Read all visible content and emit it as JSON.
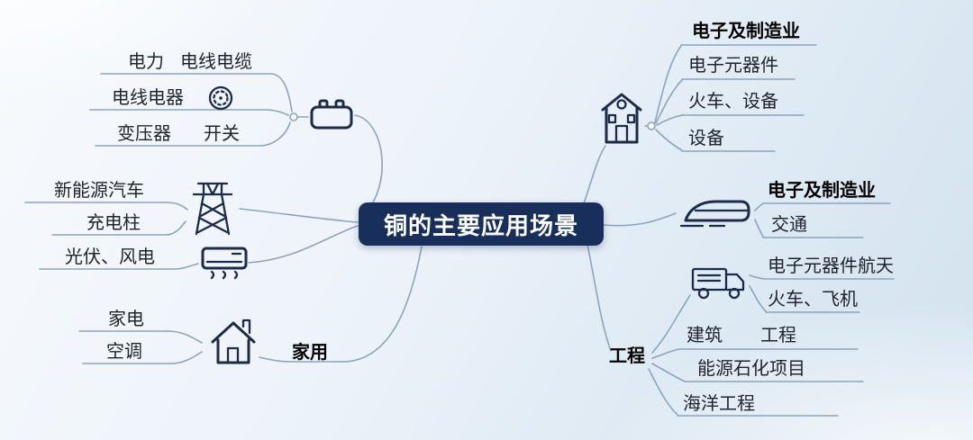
{
  "title": "铜的主要应用场景",
  "colors": {
    "center_bg": "#182f5c",
    "center_text": "#ffffff",
    "wire": "#8da4ba",
    "icon": "#1d2b48",
    "text": "#20242e",
    "background_top": "#f7fafd",
    "background_bottom": "#d3e2ef"
  },
  "branches": {
    "power": {
      "electric": "电力",
      "cables": "电线电缆",
      "appliances": "电线电器",
      "transformer": "变压器",
      "switch": "开关"
    },
    "new_energy": {
      "nev": "新能源汽车",
      "charging": "充电柱",
      "pv_wind": "光伏、风电"
    },
    "household": {
      "branch_label": "家用",
      "home_appliances": "家电",
      "air_conditioning": "空调"
    },
    "electronics": {
      "header": "电子及制造业",
      "components": "电子元器件",
      "trains_equipment": "火车、设备",
      "equipment": "设备"
    },
    "transport": {
      "header": "电子及制造业",
      "traffic": "交通"
    },
    "engineering": {
      "branch_label": "工程",
      "components_aerospace": "电子元器件航天",
      "trains_aircraft": "火车、飞机",
      "construction": "建筑",
      "engineering_item": "工程",
      "energy_petrochemical": "能源石化项目",
      "marine": "海洋工程"
    }
  },
  "icons": [
    "battery-icon",
    "meter-icon",
    "power-tower-icon",
    "air-conditioner-icon",
    "house-icon",
    "factory-icon",
    "train-icon",
    "truck-icon"
  ]
}
